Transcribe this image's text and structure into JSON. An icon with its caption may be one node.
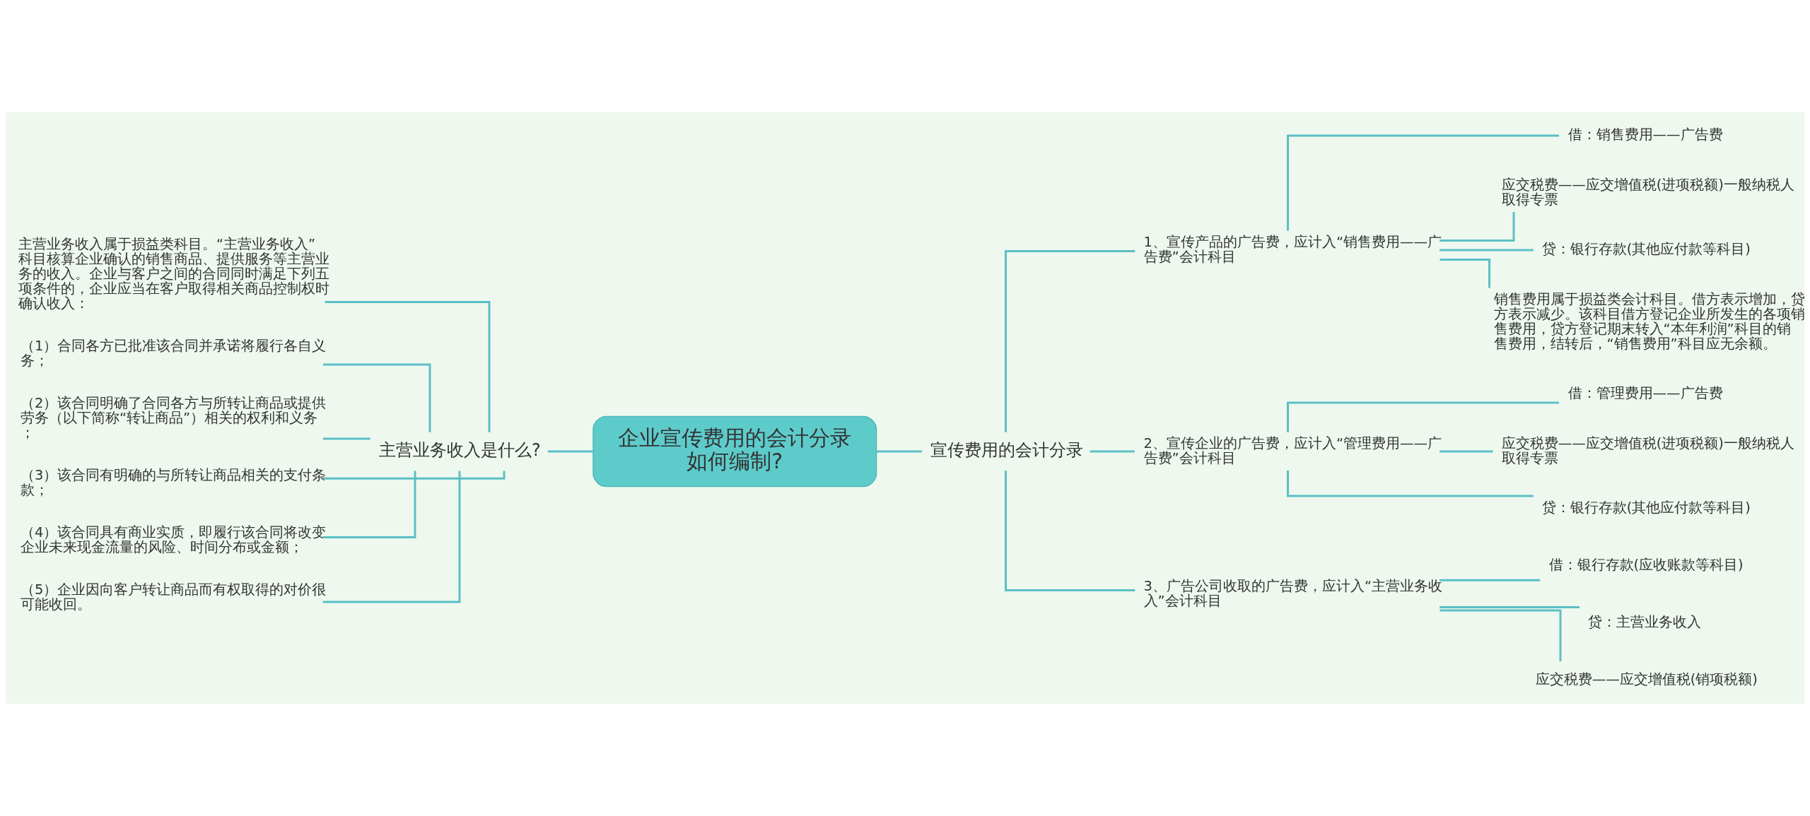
{
  "diagram": {
    "nodes": [
      {
        "text": [
          "企业宣传费用的会计分录如何编制?"
        ]
      },
      {
        "text": [
          "主营业务收入是什么?"
        ]
      },
      {
        "text": [
          "主营业务收入属于损益类科目。“主营业务收入”科目核算企业确认的销售商品、提供服务等主营业务的收入。企业与客户之间的合同同时满足下列五项条件的，企业应当在客户取得相关商品控制权时确认收入："
        ]
      },
      {
        "text": [
          "（1）合同各方已批准该合同并承诺将履行各自义务；"
        ]
      },
      {
        "text": [
          "（2）该合同明确了合同各方与所转让商品或提供劳务（以下简称“转让商品”）相关的权利和义务；"
        ]
      },
      {
        "text": [
          "（3）该合同有明确的与所转让商品相关的支付条款；"
        ]
      },
      {
        "text": [
          "（4）该合同具有商业实质，即履行该合同将改变企业未来现金流量的风险、时间分布或金额；"
        ]
      },
      {
        "text": [
          "（5）企业因向客户转让商品而有权取得的对价很可能收回。"
        ]
      },
      {
        "text": [
          "宣传费用的会计分录"
        ]
      },
      {
        "text": [
          "1、宣传产品的广告费，应计入“销售费用——广告费”会计科目"
        ]
      },
      {
        "text": [
          "借：销售费用——广告费"
        ]
      },
      {
        "text": [
          "应交税费——应交增值税(进项税额)一般纳税人取得专票"
        ]
      },
      {
        "text": [
          "贷：银行存款(其他应付款等科目)"
        ]
      },
      {
        "text": [
          "销售费用属于损益类会计科目。借方表示增加，贷方表示减少。该科目借方登记企业所发生的各项销售费用，贷方登记期末转入“本年利润”科目的销售费用，结转后，“销售费用”科目应无余额。"
        ]
      },
      {
        "text": [
          "2、宣传企业的广告费，应计入“管理费用——广告费”会计科目"
        ]
      },
      {
        "text": [
          "借：管理费用——广告费"
        ]
      },
      {
        "text": [
          "应交税费——应交增值税(进项税额)一般纳税人取得专票"
        ]
      },
      {
        "text": [
          "贷：银行存款(其他应付款等科目)"
        ]
      },
      {
        "text": [
          "3、广告公司收取的广告费，应计入“主营业务收入”会计科目"
        ]
      },
      {
        "text": [
          "借：银行存款(应收账款等科目)"
        ]
      },
      {
        "text": [
          "贷：主营业务收入"
        ]
      },
      {
        "text": [
          "应交税费——应交增值税(销项税额)"
        ]
      }
    ],
    "edges": [
      {
        "from": 0,
        "to": 1,
        "arrow": "none"
      },
      {
        "from": 1,
        "to": 2,
        "arrow": "none"
      },
      {
        "from": 1,
        "to": 3,
        "arrow": "none"
      },
      {
        "from": 1,
        "to": 4,
        "arrow": "none"
      },
      {
        "from": 1,
        "to": 5,
        "arrow": "none"
      },
      {
        "from": 1,
        "to": 6,
        "arrow": "none"
      },
      {
        "from": 1,
        "to": 7,
        "arrow": "none"
      },
      {
        "from": 0,
        "to": 8,
        "arrow": "none"
      },
      {
        "from": 8,
        "to": 9,
        "arrow": "none"
      },
      {
        "from": 9,
        "to": 10,
        "arrow": "none"
      },
      {
        "from": 9,
        "to": 11,
        "arrow": "none"
      },
      {
        "from": 9,
        "to": 12,
        "arrow": "none"
      },
      {
        "from": 9,
        "to": 13,
        "arrow": "none"
      },
      {
        "from": 8,
        "to": 14,
        "arrow": "none"
      },
      {
        "from": 14,
        "to": 15,
        "arrow": "none"
      },
      {
        "from": 14,
        "to": 16,
        "arrow": "none"
      },
      {
        "from": 14,
        "to": 17,
        "arrow": "none"
      },
      {
        "from": 8,
        "to": 18,
        "arrow": "none"
      },
      {
        "from": 18,
        "to": 19,
        "arrow": "none"
      },
      {
        "from": 18,
        "to": 20,
        "arrow": "none"
      },
      {
        "from": 18,
        "to": 21,
        "arrow": "none"
      }
    ]
  }
}
